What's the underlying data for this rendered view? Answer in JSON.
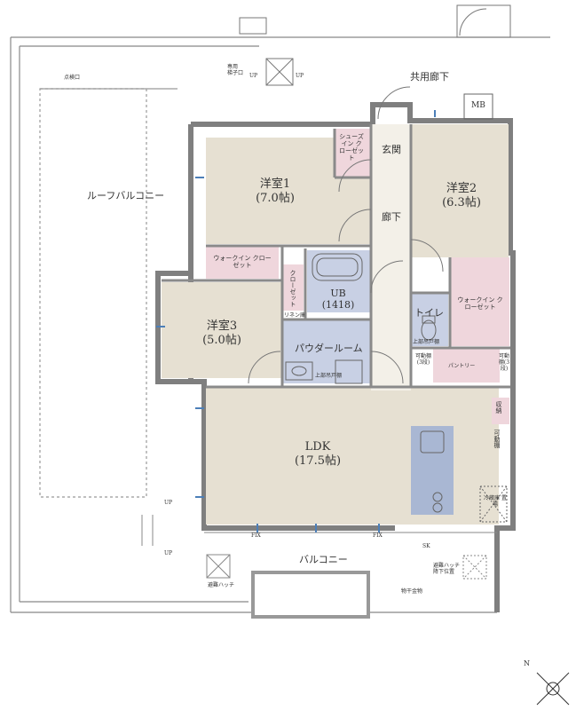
{
  "labels": {
    "shared_corridor": "共用廊下",
    "mb": "MB",
    "entrance": "玄関",
    "corridor": "廊下",
    "shoes_closet": "シューズイン クローゼット",
    "western1": "洋室1",
    "western1_size": "(7.0帖)",
    "western2": "洋室2",
    "western2_size": "(6.3帖)",
    "western3": "洋室3",
    "western3_size": "(5.0帖)",
    "walkin1": "ウォークイン クローゼット",
    "walkin2": "ウォークイン クローゼット",
    "closet": "クローゼット",
    "ub": "UB",
    "ub_size": "(1418)",
    "linen": "リネン庫",
    "powder_room": "パウダールーム",
    "top_shelf1": "上部吊戸棚",
    "top_shelf2": "上部吊戸棚",
    "toilet": "トイレ",
    "movable_shelf_left": "可動棚(3段)",
    "movable_shelf_right": "可動棚(3段)",
    "movable_shelf_fridge": "可動棚",
    "pantry": "パントリー",
    "storage": "収納",
    "ldk": "LDK",
    "ldk_size": "(17.5帖)",
    "roof_balcony": "ルーフバルコニー",
    "balcony": "バルコニー",
    "inspection_hatch": "点検口",
    "emergency_ladder": "専用 梯子口",
    "evac_hatch": "避難ハッチ",
    "evac_hatch_down": "避難ハッチ 降下位置",
    "fridge": "冷蔵庫 置場",
    "clothes_hardware": "物干金物",
    "fix1": "FIX",
    "fix2": "FIX",
    "sk": "SK",
    "up1": "UP",
    "up2": "UP",
    "up3": "UP",
    "up4": "UP"
  },
  "colors": {
    "room": "#e6e0d2",
    "closet": "#efd6dc",
    "wet": "#c8d0e4",
    "corridor": "#f3f0e8",
    "wall": "#7f7f7f",
    "kitchen": "#a9b7d3",
    "compass_text": "N"
  }
}
